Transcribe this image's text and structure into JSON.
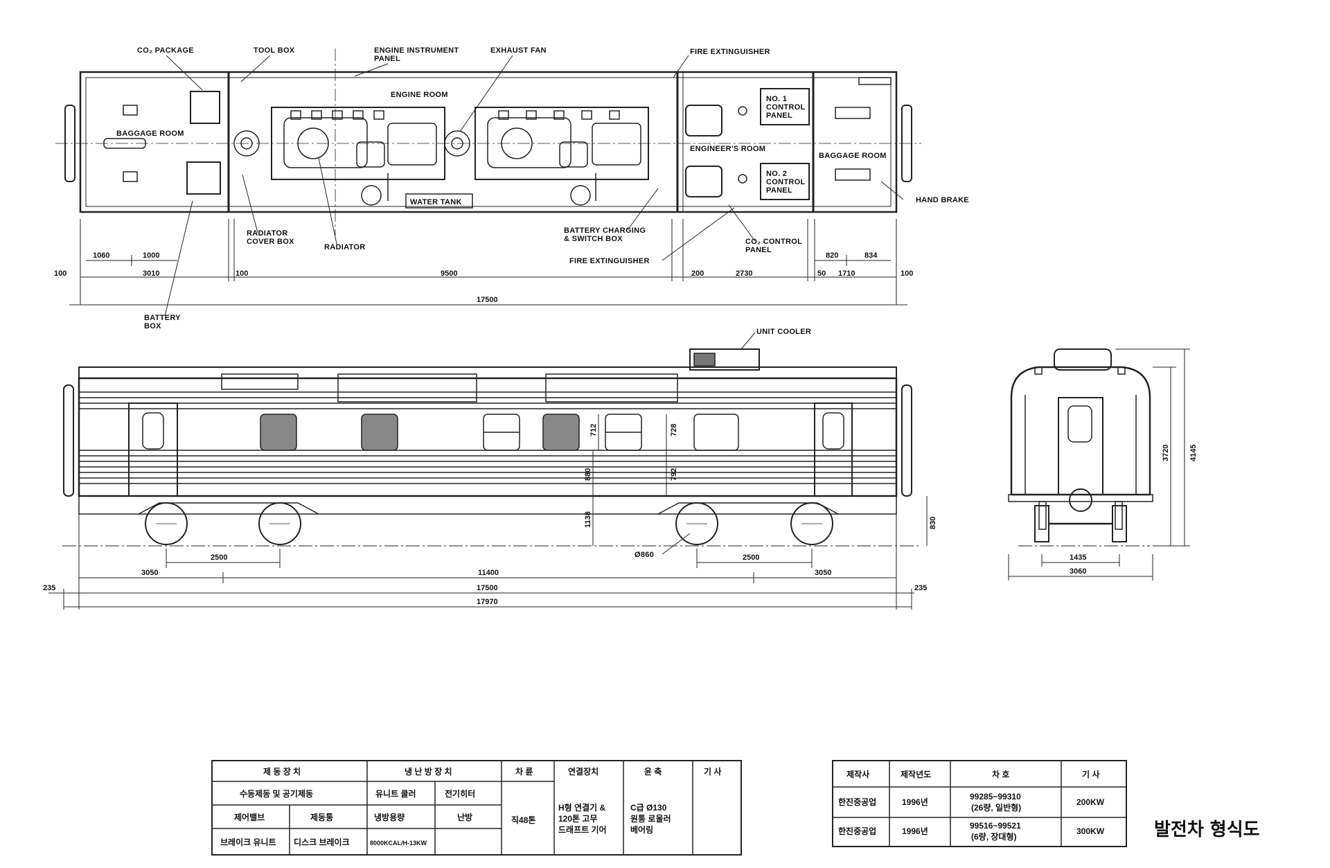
{
  "plan": {
    "labels": {
      "co2_package": "CO₂ PACKAGE",
      "tool_box": "TOOL BOX",
      "engine_instrument_panel_1": "ENGINE INSTRUMENT",
      "engine_instrument_panel_2": "PANEL",
      "exhaust_fan": "EXHAUST FAN",
      "fire_extinguisher_top": "FIRE EXTINGUISHER",
      "engine_room": "ENGINE ROOM",
      "baggage_room_left": "BAGGAGE ROOM",
      "no1_control_panel_1": "NO. 1",
      "no1_control_panel_2": "CONTROL",
      "no1_control_panel_3": "PANEL",
      "engineers_room": "ENGINEER'S ROOM",
      "baggage_room_right": "BAGGAGE ROOM",
      "no2_control_panel_1": "NO. 2",
      "no2_control_panel_2": "CONTROL",
      "no2_control_panel_3": "PANEL",
      "hand_brake": "HAND BRAKE",
      "water_tank": "WATER TANK",
      "radiator_cover_box_1": "RADIATOR",
      "radiator_cover_box_2": "COVER BOX",
      "radiator": "RADIATOR",
      "battery_charging_1": "BATTERY CHARGING",
      "battery_charging_2": "& SWITCH BOX",
      "fire_extinguisher_bottom": "FIRE EXTINGUISHER",
      "co2_control_panel_1": "CO₂ CONTROL",
      "co2_control_panel_2": "PANEL",
      "battery_box_1": "BATTERY",
      "battery_box_2": "BOX"
    },
    "dims": {
      "d1060": "1060",
      "d1000": "1000",
      "d100a": "100",
      "d3010": "3010",
      "d100b": "100",
      "d9500": "9500",
      "d200": "200",
      "d2730": "2730",
      "d820": "820",
      "d834": "834",
      "d50": "50",
      "d1710": "1710",
      "d100c": "100",
      "d17500": "17500"
    }
  },
  "side": {
    "labels": {
      "unit_cooler": "UNIT COOLER",
      "wheel_dia": "Ø860"
    },
    "dims": {
      "v712": "712",
      "v728": "728",
      "v880": "880",
      "v792": "792",
      "v1138": "1138",
      "v830": "830",
      "d2500a": "2500",
      "d2500b": "2500",
      "d3050a": "3050",
      "d11400": "11400",
      "d3050b": "3050",
      "d235a": "235",
      "d17500": "17500",
      "d235b": "235",
      "d17970": "17970"
    }
  },
  "end": {
    "dims": {
      "v3720": "3720",
      "v4145": "4145",
      "d1435": "1435",
      "d3060": "3060"
    }
  },
  "spec_table": {
    "headers": {
      "brake": "제 동 장 치",
      "hvac": "냉 난 방 장 치",
      "bogie": "차 륜",
      "coupler": "연결장치",
      "axle": "윤 축",
      "remarks": "기 사"
    },
    "brake_sub": "수동제동 및 공기제동",
    "hvac_sub1": "유니트 쿨러",
    "hvac_sub2": "전기히터",
    "row_labels": {
      "brake_type": "제어밸브",
      "brake_method": "제동통",
      "cooling": "냉방용량",
      "heating": "난방"
    },
    "cells": {
      "brake_unit": "브레이크 유니트",
      "disc_brake": "디스크 브레이크",
      "hvac_capacity": "8000KCAL/H-13KW",
      "wheel": "직48톤",
      "coupler_1": "H형 연결기 &",
      "coupler_2": "120톤 고무",
      "coupler_3": "드래프트 기어",
      "axle_1": "C급 Ø130",
      "axle_2": "원통 로울러",
      "axle_3": "베어링"
    }
  },
  "maker_table": {
    "headers": {
      "maker": "제작사",
      "year": "제작년도",
      "number": "차 호",
      "remarks": "기 사"
    },
    "rows": [
      {
        "maker": "한진중공업",
        "year": "1996년",
        "number_1": "99285~99310",
        "number_2": "(26량, 일반형)",
        "power": "200KW"
      },
      {
        "maker": "한진중공업",
        "year": "1996년",
        "number_1": "99516~99521",
        "number_2": "(6량, 장대형)",
        "power": "300KW"
      }
    ]
  },
  "title": "발전차 형식도"
}
